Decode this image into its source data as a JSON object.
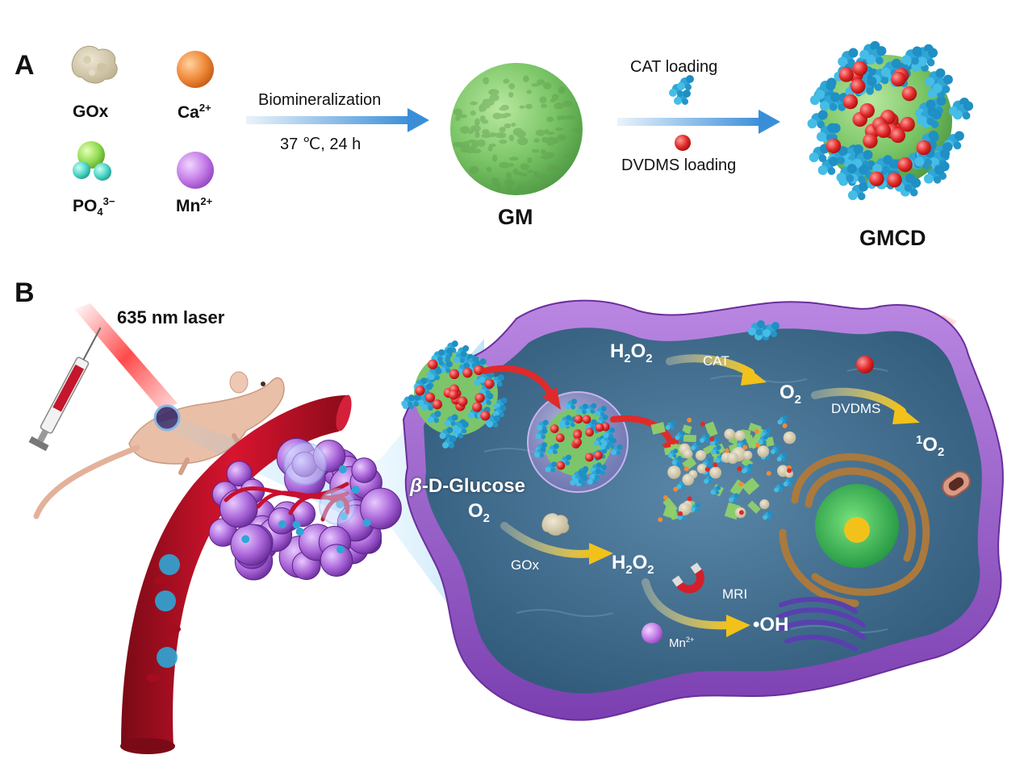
{
  "panel_a": {
    "letter": "A",
    "components": {
      "gox": "GOx",
      "ca_base": "Ca",
      "ca_sup": "2+",
      "po4_base": "PO",
      "po4_sub": "4",
      "po4_sup": "3−",
      "mn_base": "Mn",
      "mn_sup": "2+"
    },
    "step1": {
      "top": "Biomineralization",
      "bottom": "37 ℃, 24 h"
    },
    "product1": "GM",
    "step2": {
      "top": "CAT loading",
      "bottom": "DVDMS loading"
    },
    "product2": "GMCD"
  },
  "panel_b": {
    "letter": "B",
    "laser": "635 nm laser",
    "glucose_prefix": "β",
    "glucose_rest": "-D-Glucose",
    "o2_left": {
      "base": "O",
      "sub": "2"
    },
    "h2o2_mid": {
      "h": "H",
      "h_sub": "2",
      "o": "O",
      "o_sub": "2"
    },
    "gox": "GOx",
    "mri": "MRI",
    "mn_base": "Mn",
    "mn_sup": "2+",
    "oh": "•OH",
    "h2o2_top": {
      "h": "H",
      "h_sub": "2",
      "o": "O",
      "o_sub": "2"
    },
    "cat": "CAT",
    "o2_top": {
      "base": "O",
      "sub": "2"
    },
    "dvdms": "DVDMS",
    "singlet_sup": "1",
    "singlet_base": "O",
    "singlet_sub": "2"
  },
  "colors": {
    "gm_green": "#7cc56a",
    "protein_blue": "#2fa6d6",
    "dvdms_red": "#e02a2a",
    "cell_purple": "#9b5ec8",
    "cytoplasm": "#3f6b8f",
    "arrow_blue": "#3a8ed8",
    "arrow_yellow": "#f2c21b",
    "vessel_red": "#c8102e"
  }
}
